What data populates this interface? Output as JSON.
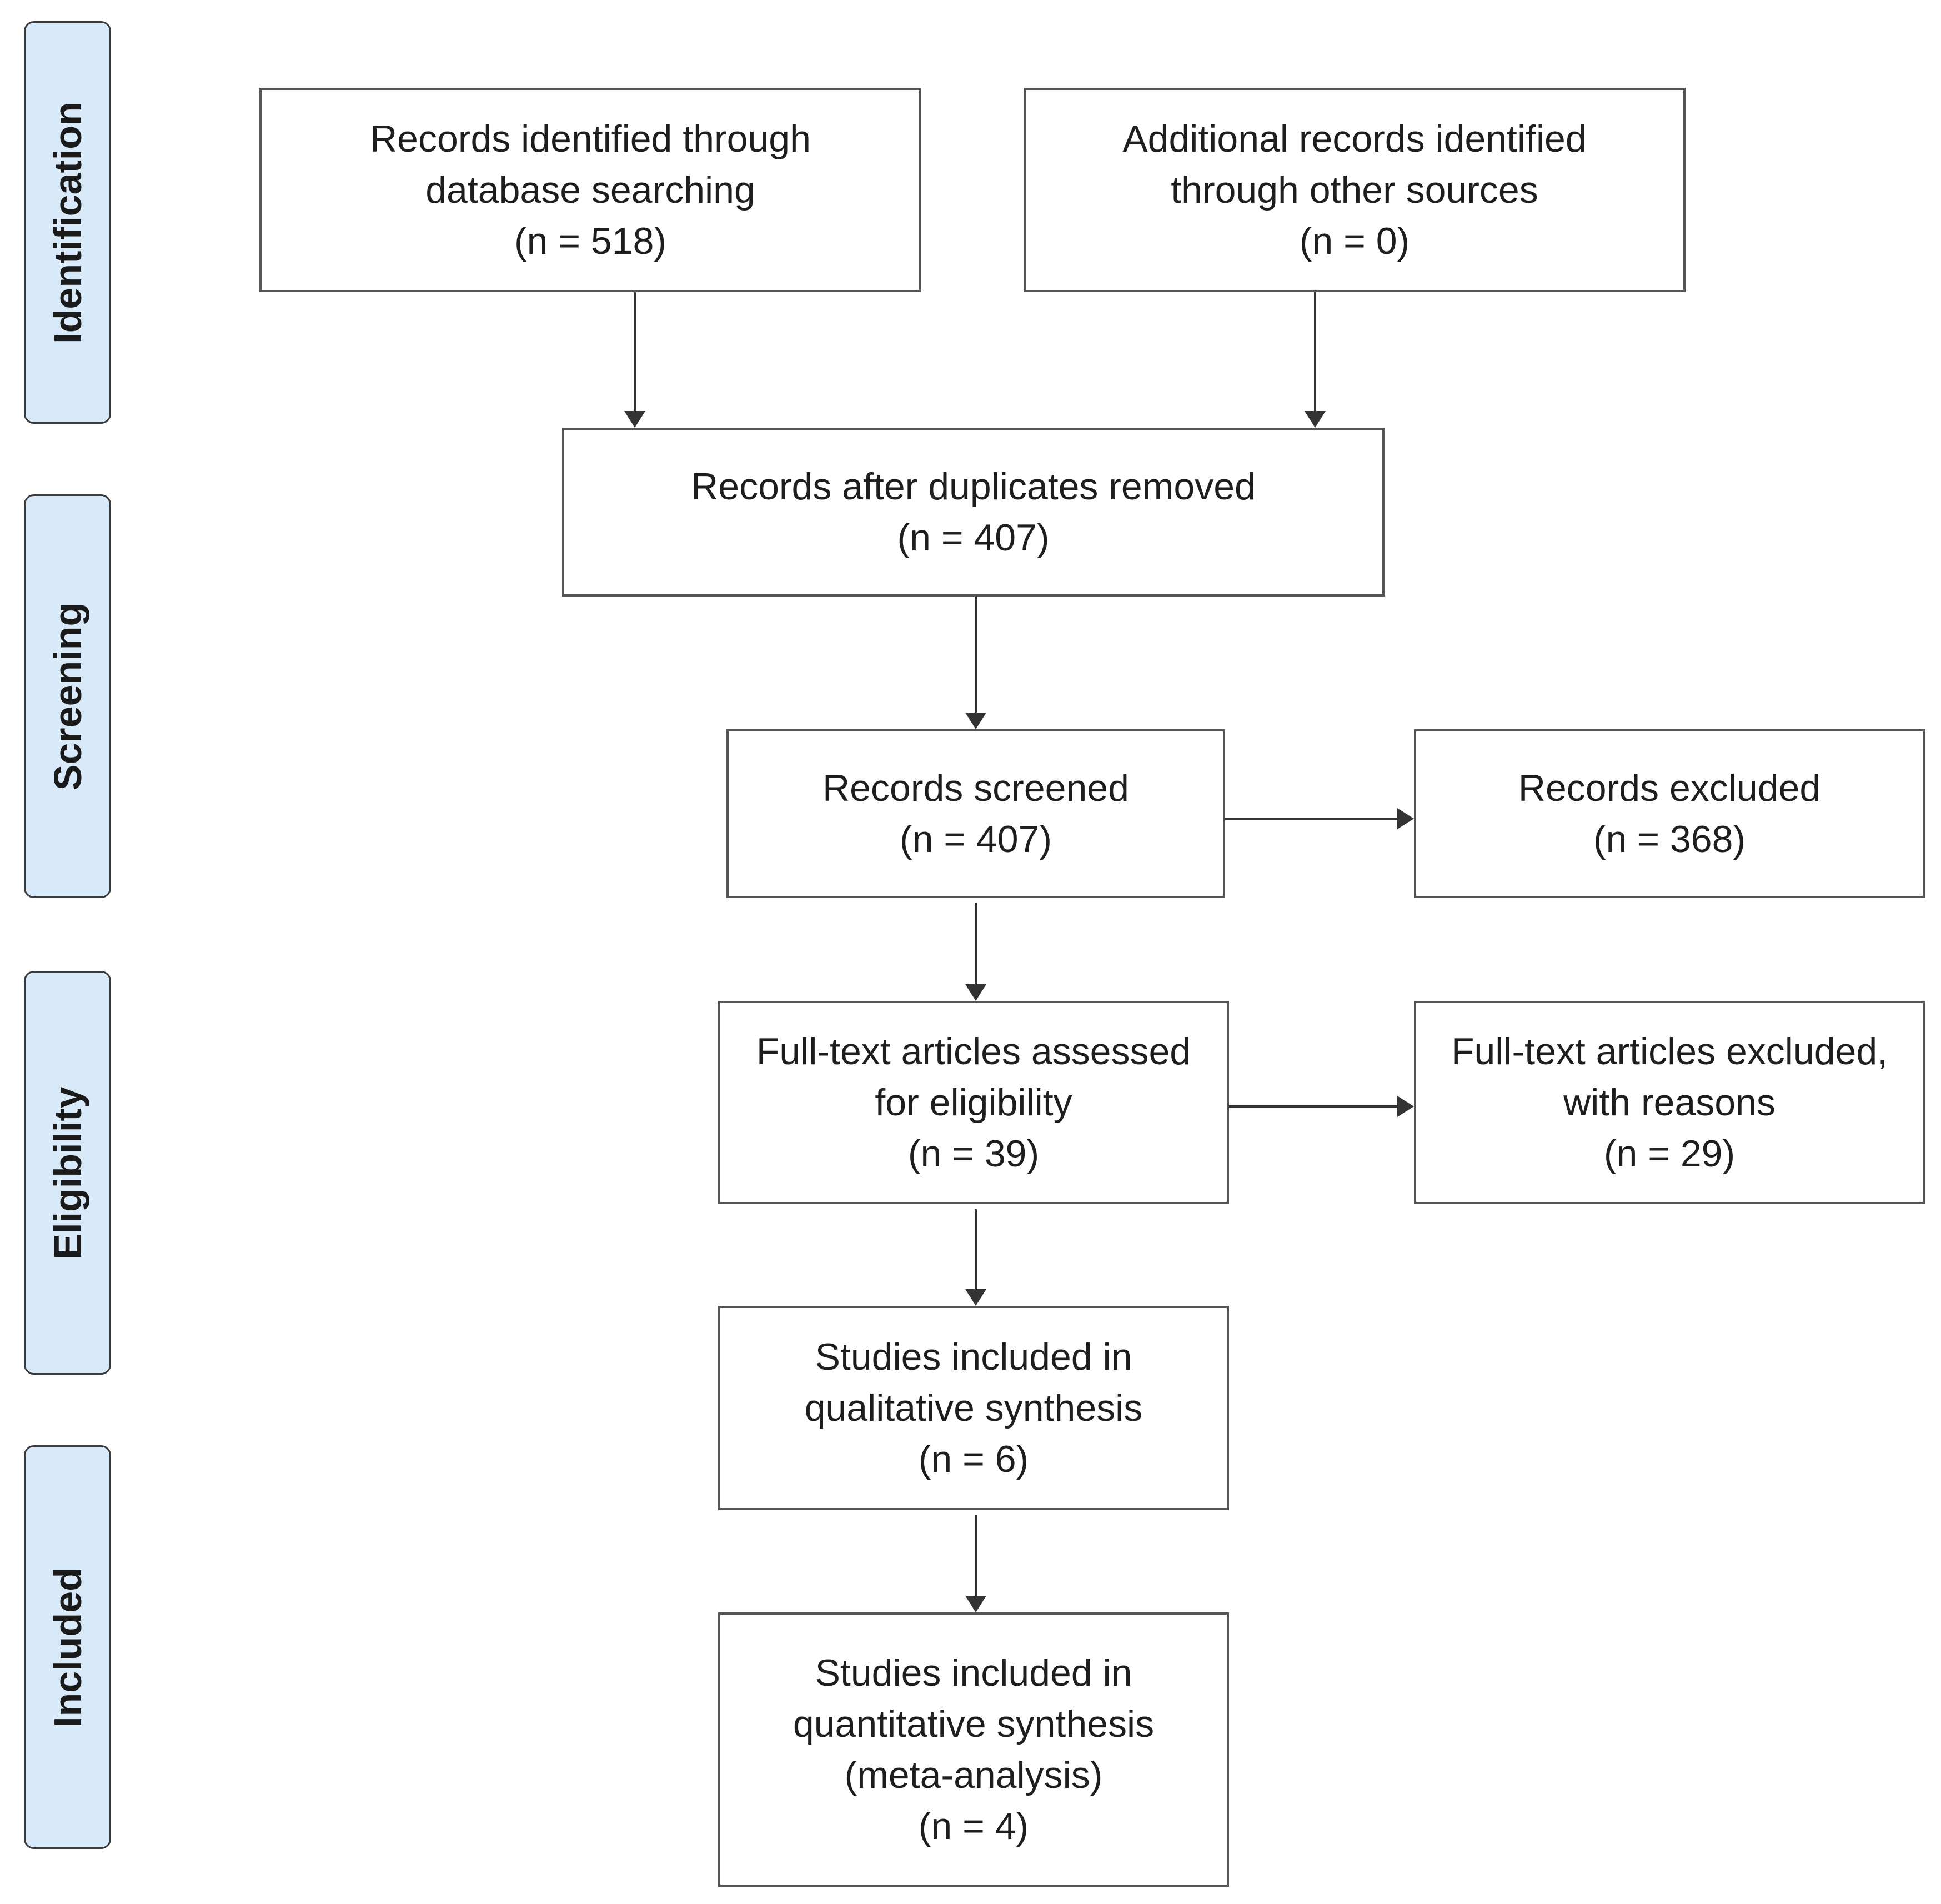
{
  "phases": {
    "identification": "Identification",
    "screening": "Screening",
    "eligibility": "Eligibility",
    "included": "Included"
  },
  "boxes": {
    "database_search": {
      "line1": "Records identified through",
      "line2": "database searching",
      "count": "(n = 518)"
    },
    "other_sources": {
      "line1": "Additional records identified",
      "line2": "through other sources",
      "count": "(n = 0)"
    },
    "duplicates_removed": {
      "line1": "Records after duplicates removed",
      "count": "(n = 407)"
    },
    "screened": {
      "line1": "Records screened",
      "count": "(n = 407)"
    },
    "excluded": {
      "line1": "Records excluded",
      "count": "(n = 368)"
    },
    "fulltext_assessed": {
      "line1": "Full-text articles assessed",
      "line2": "for eligibility",
      "count": "(n = 39)"
    },
    "fulltext_excluded": {
      "line1": "Full-text articles excluded,",
      "line2": "with reasons",
      "count": "(n = 29)"
    },
    "qualitative": {
      "line1": "Studies included in",
      "line2": "qualitative synthesis",
      "count": "(n = 6)"
    },
    "quantitative": {
      "line1": "Studies included in",
      "line2": "quantitative synthesis",
      "line3": "(meta-analysis)",
      "count": "(n = 4)"
    }
  },
  "colors": {
    "phase_fill": "#d8e9f9",
    "box_border": "#555555",
    "arrow": "#333333"
  }
}
